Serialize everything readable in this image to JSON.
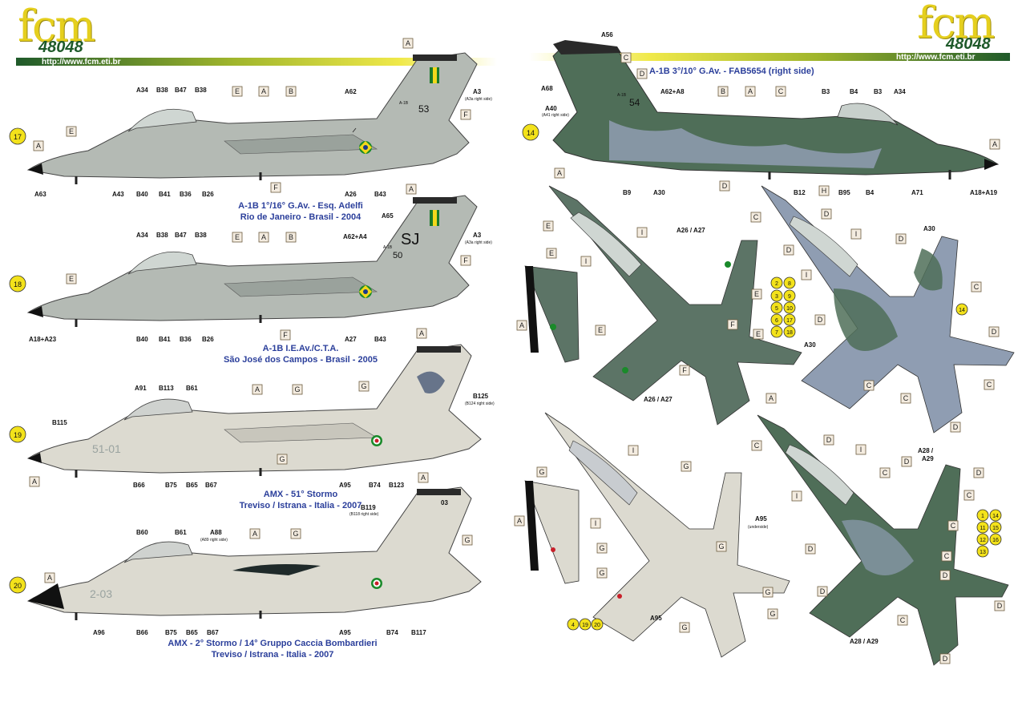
{
  "header_left": {
    "logo": "fcm",
    "kit_number": "48048",
    "url": "http://www.fcm.eti.br"
  },
  "header_right": {
    "logo": "fcm",
    "kit_number": "48048",
    "url": "http://www.fcm.eti.br"
  },
  "colors": {
    "brand_green": "#1f5a2a",
    "logo_yellow": "#e5cf1e",
    "caption_blue": "#2b3f9b",
    "badge_yellow": "#f3e21b",
    "light_grey": "#b4bab4",
    "dark_green": "#4f6e58",
    "amx_sand": "#dcdad0",
    "camo_grey": "#8f9db2"
  },
  "profiles": [
    {
      "number": "17",
      "caption1": "A-1B  1°/16° G.Av. - Esq. Adelfi",
      "caption2": "Rio de Janeiro - Brasil - 2004",
      "labels": [
        "A34",
        "B38",
        "B47",
        "B38",
        "E",
        "A",
        "B",
        "A62",
        "A3",
        "(A3a right side)",
        "F",
        "E",
        "A",
        "A63",
        "A43",
        "B40",
        "B41",
        "B36",
        "B26",
        "F",
        "A26",
        "B43",
        "A",
        "53",
        "A-1B"
      ]
    },
    {
      "number": "18",
      "caption1": "A-1B  I.E.Av./C.T.A.",
      "caption2": "São José dos Campos - Brasil - 2005",
      "labels": [
        "A34",
        "B38",
        "B47",
        "B38",
        "E",
        "A",
        "B",
        "A62+A4",
        "A65",
        "A3",
        "(A3a right side)",
        "F",
        "E",
        "A18+A23",
        "B40",
        "B41",
        "B36",
        "B26",
        "F",
        "A27",
        "B43",
        "A",
        "SJ",
        "50",
        "A-1B"
      ]
    },
    {
      "number": "19",
      "caption1": "AMX - 51° Stormo",
      "caption2": "Treviso / Istrana - Italia - 2007",
      "labels": [
        "A91",
        "B113",
        "B61",
        "A",
        "G",
        "G",
        "B125",
        "(B124 right side)",
        "B115",
        "A",
        "B66",
        "B75",
        "B65",
        "B67",
        "G",
        "A95",
        "B74",
        "B123",
        "A",
        "51-01"
      ]
    },
    {
      "number": "20",
      "caption1": "AMX - 2° Stormo / 14° Gruppo Caccia Bombardieri",
      "caption2": "Treviso / Istrana - Italia - 2007",
      "labels": [
        "B119",
        "(B118 right side)",
        "B60",
        "B61",
        "A88",
        "(A89 right side)",
        "A",
        "G",
        "G",
        "A",
        "A96",
        "B66",
        "B75",
        "B65",
        "B67",
        "A95",
        "B74",
        "B117",
        "A",
        "2-03",
        "03"
      ]
    },
    {
      "number": "14",
      "caption1": "A-1B    3°/10° G.Av. - FAB5654 (right side)",
      "caption2": "",
      "labels": [
        "A56",
        "C",
        "D",
        "A68",
        "A40",
        "(A41 right side)",
        "A62+A8",
        "B",
        "A",
        "C",
        "B3",
        "B4",
        "B3",
        "A34",
        "A",
        "B9",
        "A30",
        "D",
        "B12",
        "H",
        "B95",
        "B4",
        "A71",
        "A18+A19",
        "54",
        "A-1B"
      ]
    }
  ],
  "planforms": {
    "top_left_labels": [
      "A",
      "E",
      "I",
      "A26 / A27",
      "E",
      "F",
      "F",
      "E",
      "A26 / A27",
      "E",
      "I",
      "E",
      "A"
    ],
    "top_right_labels": [
      "A",
      "C",
      "D",
      "D",
      "I",
      "A30",
      "D",
      "C",
      "I",
      "D",
      "A30",
      "C",
      "C",
      "D",
      "D",
      "C",
      "D"
    ],
    "bottom_left_labels": [
      "G",
      "I",
      "I",
      "G",
      "G",
      "G",
      "A95",
      "(underside)",
      "G",
      "A",
      "G",
      "G",
      "A95",
      "G",
      "G"
    ],
    "bottom_right_labels": [
      "A",
      "C",
      "D",
      "I",
      "C",
      "D",
      "A28 /",
      "A29",
      "D",
      "C",
      "C",
      "I",
      "D",
      "C",
      "D",
      "A28 / A29",
      "D",
      "C",
      "D",
      "D"
    ],
    "badge_group_1": [
      "2",
      "8",
      "3",
      "9",
      "5",
      "10",
      "6",
      "17",
      "7",
      "18"
    ],
    "badge_group_1_extra": "14",
    "badge_group_2": [
      "1",
      "14",
      "11",
      "15",
      "12",
      "16",
      "13"
    ],
    "badge_group_3": [
      "4",
      "19",
      "20"
    ]
  }
}
